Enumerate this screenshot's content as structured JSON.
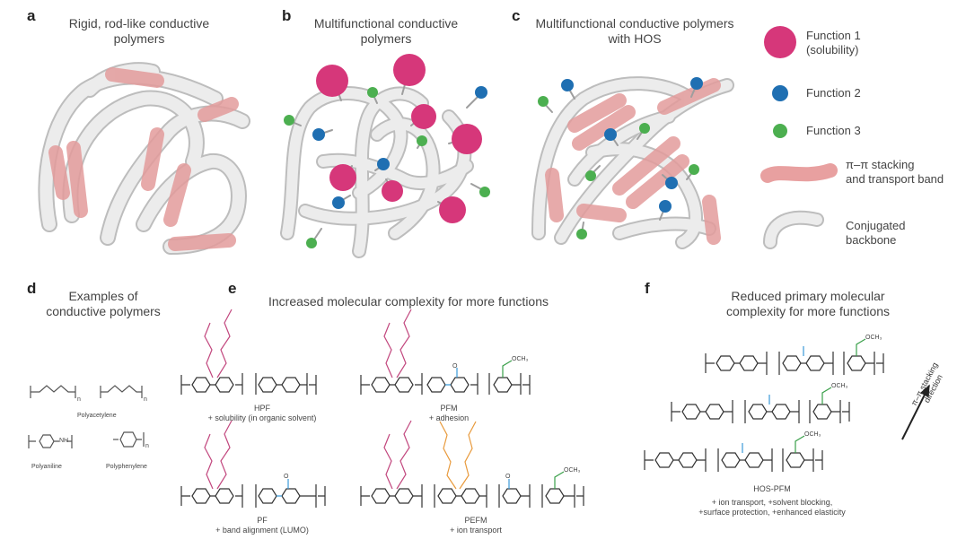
{
  "panels": {
    "a": {
      "letter": "a",
      "title_line1": "Rigid, rod-like conductive",
      "title_line2": "polymers"
    },
    "b": {
      "letter": "b",
      "title_line1": "Multifunctional conductive",
      "title_line2": "polymers"
    },
    "c": {
      "letter": "c",
      "title_line1": "Multifunctional conductive polymers",
      "title_line2": "with HOS"
    },
    "d": {
      "letter": "d",
      "title_line1": "Examples of",
      "title_line2": "conductive polymers"
    },
    "e": {
      "letter": "e",
      "title": "Increased molecular complexity for more functions"
    },
    "f": {
      "letter": "f",
      "title_line1": "Reduced primary molecular",
      "title_line2": "complexity for more functions"
    }
  },
  "legend": {
    "function1_line1": "Function 1",
    "function1_line2": "(solubility)",
    "function2": "Function 2",
    "function3": "Function 3",
    "stacking_line1": "π–π stacking",
    "stacking_line2": "and transport band",
    "backbone_line1": "Conjugated",
    "backbone_line2": "backbone"
  },
  "colors": {
    "function1": "#d6377a",
    "function2": "#1f6fb2",
    "function3": "#4caf50",
    "stacking": "#e8a0a0",
    "backbone": "#e6e6e6",
    "side_chain_pink": "#c2477e",
    "side_chain_orange": "#e89a3c",
    "carbonyl_blue": "#3a9ad9",
    "ester_green": "#3aa04a"
  },
  "examples_d": {
    "polyacetylene": "Polyacetylene",
    "polyaniline": "Polyaniline",
    "polyphenylene": "Polyphenylene",
    "nh": "NH",
    "n": "n"
  },
  "molecules_e": {
    "hpf_name": "HPF",
    "hpf_desc": "+ solubility (in organic solvent)",
    "pfm_name": "PFM",
    "pfm_desc": "+ adhesion",
    "pf_name": "PF",
    "pf_desc": "+ band alignment (LUMO)",
    "pefm_name": "PEFM",
    "pefm_desc": "+ ion transport",
    "och3": "OCH₃",
    "o": "O"
  },
  "molecules_f": {
    "name": "HOS-PFM",
    "desc_line1": "+ ion transport, +solvent blocking,",
    "desc_line2": "+surface protection, +enhanced elasticity",
    "stacking_arrow_line1": "π–π stacking",
    "stacking_arrow_line2": "direction",
    "och3": "OCH₃"
  }
}
